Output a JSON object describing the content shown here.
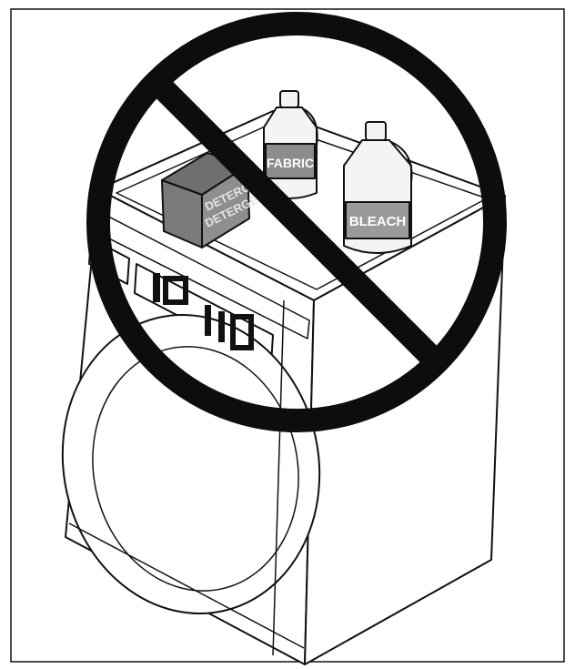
{
  "illustration": {
    "detergent_label_line1": "DETERGENT",
    "detergent_label_line2": "DETERGENT",
    "fabric_label": "FABRIC",
    "bleach_label": "BLEACH"
  },
  "colors": {
    "stroke": "#111111",
    "prohibition": "#0d0d0d",
    "box_fill": "#8a8a8a",
    "bottle_fill": "#f4f4f4",
    "label_fill": "#9a9a9a"
  }
}
